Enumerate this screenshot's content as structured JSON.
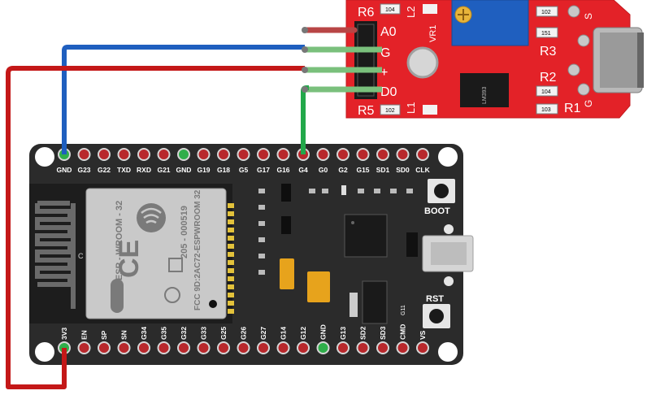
{
  "board": {
    "pins_top": [
      "GND",
      "G23",
      "G22",
      "TXD",
      "RXD",
      "G21",
      "GND",
      "G19",
      "G18",
      "G5",
      "G17",
      "G16",
      "G4",
      "G0",
      "G2",
      "G15",
      "SD1",
      "SD0",
      "CLK"
    ],
    "pins_bottom": [
      "3V3",
      "EN",
      "SP",
      "SN",
      "G34",
      "G35",
      "G32",
      "G33",
      "G25",
      "G26",
      "G27",
      "G14",
      "G12",
      "GND",
      "G13",
      "SD2",
      "SD3",
      "CMD",
      "VS"
    ],
    "module_lines": [
      "ESP - WROOM - 32",
      "205 - 000519",
      "FCC 9D:2AC72-ESPWROOM 32"
    ],
    "boot_label": "BOOT",
    "rst_label": "RST",
    "g11_label": "G11",
    "antenna_c": "C"
  },
  "sensor": {
    "pin_labels": [
      "A0",
      "G",
      "+",
      "D0"
    ],
    "r6": "R6",
    "r5": "R5",
    "r3": "R3",
    "r2": "R2",
    "r1": "R1",
    "l1": "L1",
    "l2": "L2",
    "vr1": "VR1",
    "s1": "S",
    "s2": "S",
    "g1": "G",
    "g2": "G",
    "code_104a": "104",
    "code_104b": "104",
    "code_102a": "102",
    "code_102b": "102",
    "code_151": "151",
    "code_103": "103",
    "ic_text": "LM393"
  },
  "colors": {
    "board": "#2b2b2b",
    "sensor": "#e32228",
    "wire_gnd": "#1f5fbf",
    "wire_power": "#c41818",
    "wire_signal": "#22a84a"
  }
}
